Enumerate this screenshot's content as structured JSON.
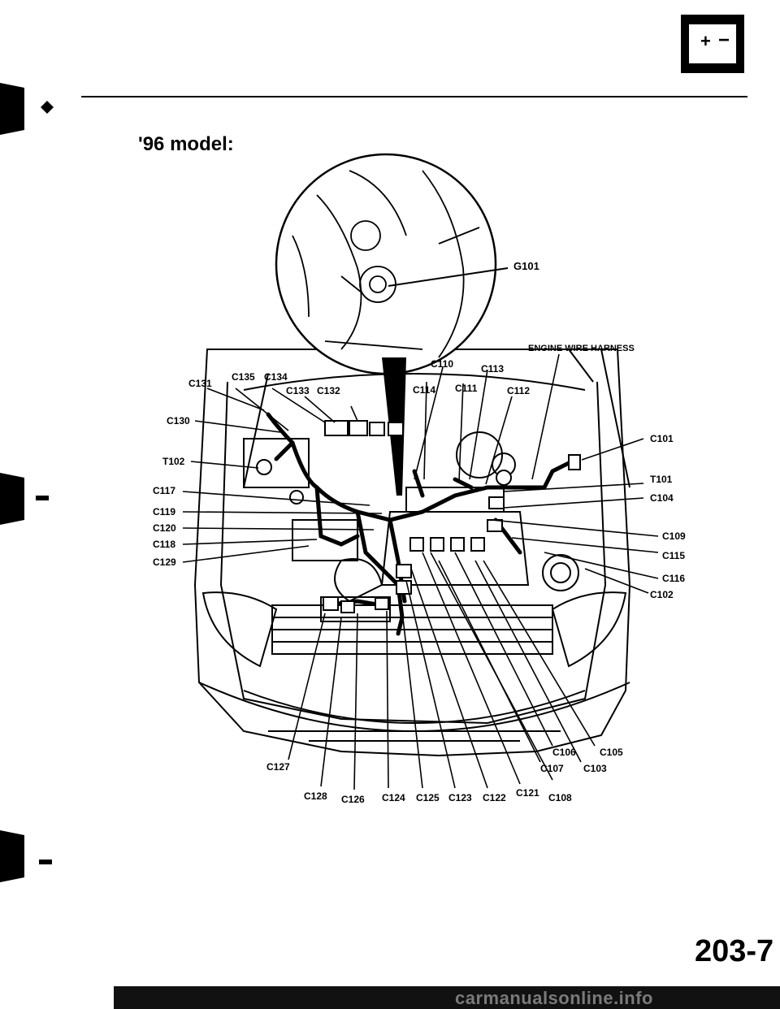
{
  "header": {
    "battery_plus": "+",
    "battery_minus": "−",
    "model": "'96 model:"
  },
  "diagram": {
    "ground_label": "G101",
    "harness_label": "ENGINE WIRE HARNESS",
    "connectors_left": [
      "C131",
      "C135",
      "C134",
      "C133",
      "C132",
      "C130",
      "T102",
      "C117",
      "C119",
      "C120",
      "C118",
      "C129"
    ],
    "connectors_top": [
      "C110",
      "C113",
      "C114",
      "C111",
      "C112"
    ],
    "connectors_right": [
      "C101",
      "T101",
      "C104",
      "C109",
      "C115",
      "C116",
      "C102"
    ],
    "connectors_bottom": [
      "C106",
      "C105",
      "C107",
      "C103",
      "C127",
      "C128",
      "C126",
      "C124",
      "C125",
      "C123",
      "C122",
      "C121",
      "C108"
    ]
  },
  "footer": {
    "page_number": "203-7",
    "watermark": "carmanualsonline.info"
  }
}
